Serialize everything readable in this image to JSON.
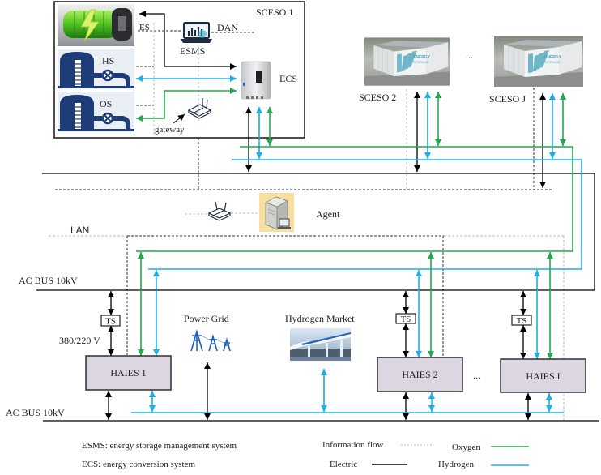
{
  "sceso1": {
    "label": "SCESO 1",
    "es_label": "ES",
    "hs_label": "HS",
    "os_label": "OS",
    "esms_label": "ESMS",
    "dan_label": "DAN",
    "ecs_label": "ECS",
    "gateway_label": "gateway"
  },
  "sceso_units": [
    {
      "label": "SCESO 2",
      "image_text_1": "ENERGY",
      "image_text_2": "STORAGE"
    },
    {
      "label": "SCESO J",
      "image_text_1": "ENERGY",
      "image_text_2": "STORAGE"
    }
  ],
  "sceso_ellipsis": "...",
  "network": {
    "lan_label": "LAN",
    "agent_label": "Agent"
  },
  "buses": {
    "upper_ac_bus": "AC BUS 10kV",
    "lower_ac_bus": "AC BUS 10kV",
    "low_voltage_label": "380/220 V"
  },
  "haies_units": [
    {
      "label": "HAIES 1",
      "ts_label": "TS"
    },
    {
      "label": "HAIES 2",
      "ts_label": "TS"
    },
    {
      "label": "HAIES I",
      "ts_label": "TS"
    }
  ],
  "haies_ellipsis": "...",
  "external": {
    "power_grid": "Power Grid",
    "hydrogen_market": "Hydrogen  Market"
  },
  "abbreviations": [
    {
      "text": "ESMS: energy storage management system"
    },
    {
      "text": "ECS: energy conversion system"
    }
  ],
  "legend": {
    "information": {
      "label": "Information flow",
      "color": "#bdbdbd"
    },
    "oxygen": {
      "label": "Oxygen",
      "color": "#22a84f"
    },
    "electric": {
      "label": "Electric",
      "color": "#000000"
    },
    "hydrogen": {
      "label": "Hydrogen",
      "color": "#1eaee8"
    }
  }
}
